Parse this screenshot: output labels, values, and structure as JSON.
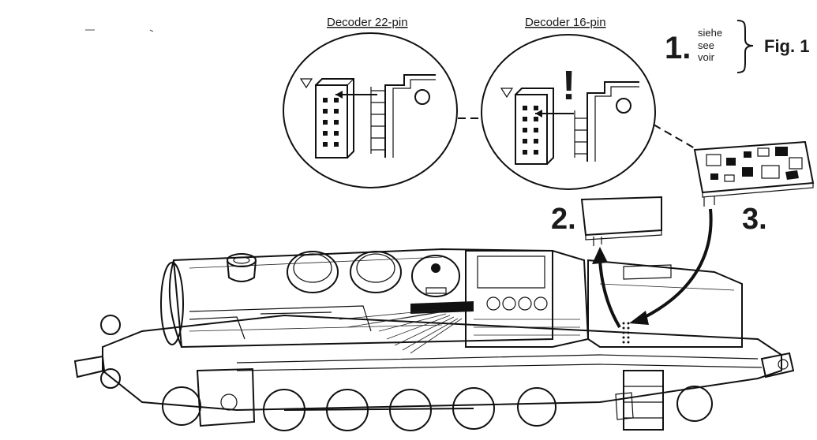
{
  "labels": {
    "decoder_22": "Decoder 22-pin",
    "decoder_16": "Decoder 16-pin",
    "step1": "1.",
    "step2": "2.",
    "step3": "3.",
    "lang_de": "siehe",
    "lang_en": "see",
    "lang_fr": "voir",
    "fig_ref": "Fig. 1",
    "warning": "!"
  },
  "colors": {
    "line": "#111111",
    "background": "#ffffff"
  },
  "icons": {
    "socket_22": "decoder-socket-22pin-icon",
    "socket_16": "decoder-socket-16pin-icon",
    "decoder_board": "decoder-board-icon",
    "cover_plate": "cover-plate-icon",
    "locomotive": "steam-locomotive-icon"
  }
}
